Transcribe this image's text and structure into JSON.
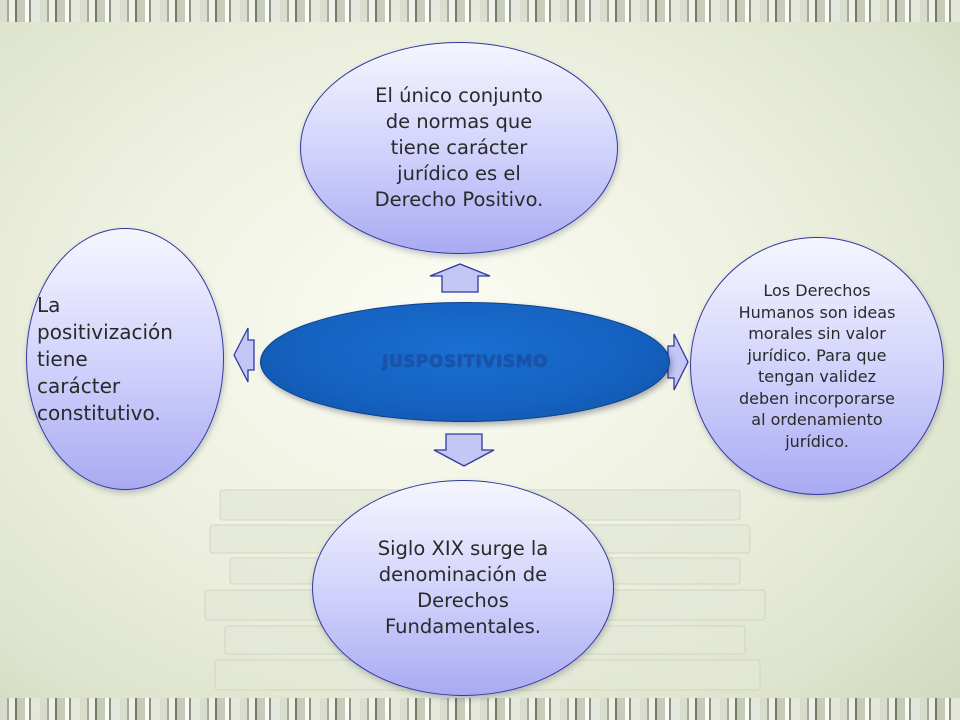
{
  "diagram": {
    "center_label": "JUSPOSITIVISMO",
    "top_text": "El único conjunto\nde normas que\ntiene carácter\njurídico es el\nDerecho Positivo.",
    "left_text": "La\npositivización\ntiene\ncarácter\nconstitutivo.",
    "right_text": "Los Derechos\nHumanos son ideas\nmorales sin valor\njurídico. Para que\ntengan validez\ndeben incorporarse\nal ordenamiento\njurídico.",
    "bottom_text": "Siglo XIX surge la\ndenominación de\nDerechos\nFundamentales."
  },
  "colors": {
    "oval_border": "#2f3a9e",
    "center_fill": "#1561c0",
    "arrow_fill": "#c4c6f6"
  }
}
